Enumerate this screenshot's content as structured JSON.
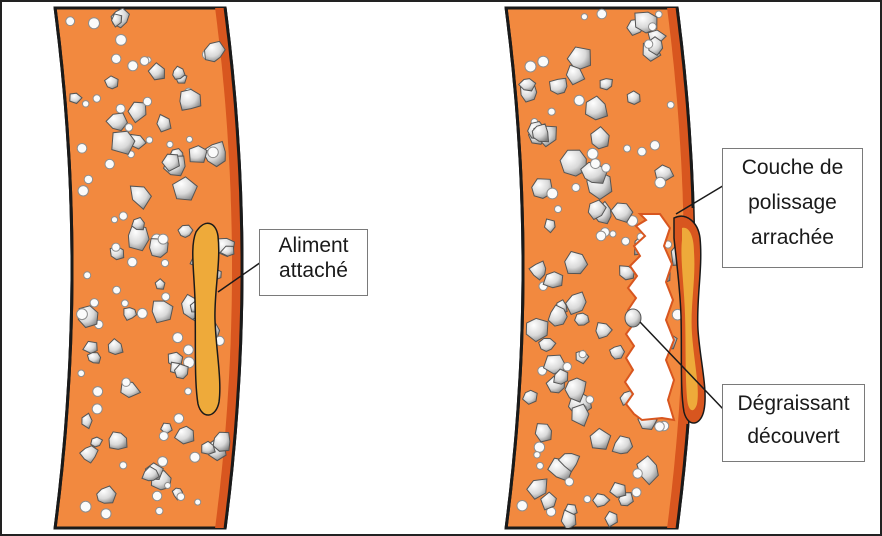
{
  "colors": {
    "ceramic_fill": "#f2893f",
    "polish_layer": "#d8561f",
    "wall_edge": "#1a1a1a",
    "food_fill": "#eeaa3a",
    "temper_light": "#f4f4f4",
    "temper_shadow": "#8e8e8e",
    "label_border": "#7a7a7a",
    "frame": "#222222"
  },
  "labels": {
    "aliment_attache": {
      "line1": "Aliment",
      "line2": "attaché"
    },
    "couche_polissage": {
      "line1": "Couche de",
      "line2": "polissage",
      "line3": "arrachée"
    },
    "degraissant": {
      "line1": "Dégraissant",
      "line2": "découvert"
    }
  }
}
